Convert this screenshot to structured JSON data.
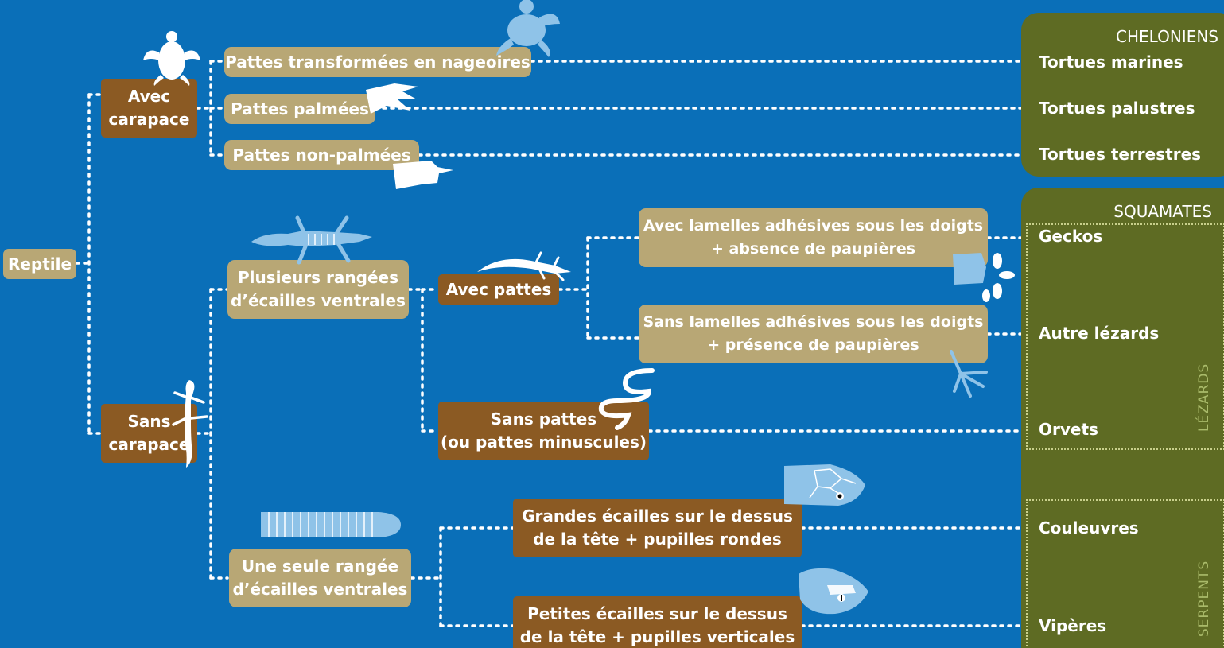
{
  "nodes": {
    "reptile": "Reptile",
    "avec_carapace": [
      "Avec",
      "carapace"
    ],
    "sans_carapace": [
      "Sans",
      "carapace"
    ],
    "nageoires": "Pattes transformées en nageoires",
    "palmees": "Pattes palmées",
    "non_palmees": "Pattes non-palmées",
    "plusieurs": [
      "Plusieurs rangées",
      "d’écailles ventrales"
    ],
    "une_seule": [
      "Une seule rangée",
      "d’écailles ventrales"
    ],
    "avec_pattes": "Avec pattes",
    "sans_pattes": [
      "Sans pattes",
      "(ou pattes minuscules)"
    ],
    "avec_lamelles": [
      "Avec lamelles adhésives sous les doigts",
      "+ absence de paupières"
    ],
    "sans_lamelles": [
      "Sans lamelles adhésives sous les doigts",
      "+ présence de paupières"
    ],
    "grandes_ecailles": [
      "Grandes écailles sur le dessus",
      "de la tête + pupilles rondes"
    ],
    "petites_ecailles": [
      "Petites écailles sur le dessus",
      "de la tête + pupilles verticales"
    ]
  },
  "cheloniens": {
    "title": "CHELONIENS",
    "items": [
      "Tortues marines",
      "Tortues palustres",
      "Tortues terrestres"
    ]
  },
  "squamates": {
    "title": "SQUAMATES",
    "lezards_label": "LÉZARDS",
    "serpents_label": "SERPENTS",
    "lezards": [
      "Geckos",
      "Autre lézards",
      "Orvets"
    ],
    "serpents": [
      "Couleuvres",
      "Vipères"
    ]
  },
  "colors": {
    "background": "#0a6fb8",
    "tan_box": "#b8a775",
    "brown_box": "#8b5a23",
    "panel": "#5e6b23",
    "icon": "#ffffff",
    "icon_light": "#8fc3e8"
  },
  "icons": [
    "turtle-icon",
    "sea-turtle-icon",
    "webbed-foot-icon",
    "tortoise-foot-icon",
    "lizard-icon",
    "wall-lizard-icon",
    "slender-lizard-icon",
    "gecko-foot-icon",
    "lizard-foot-icon",
    "slowworm-icon",
    "grass-snake-head-icon",
    "viper-head-icon",
    "snake-belly-icon"
  ]
}
